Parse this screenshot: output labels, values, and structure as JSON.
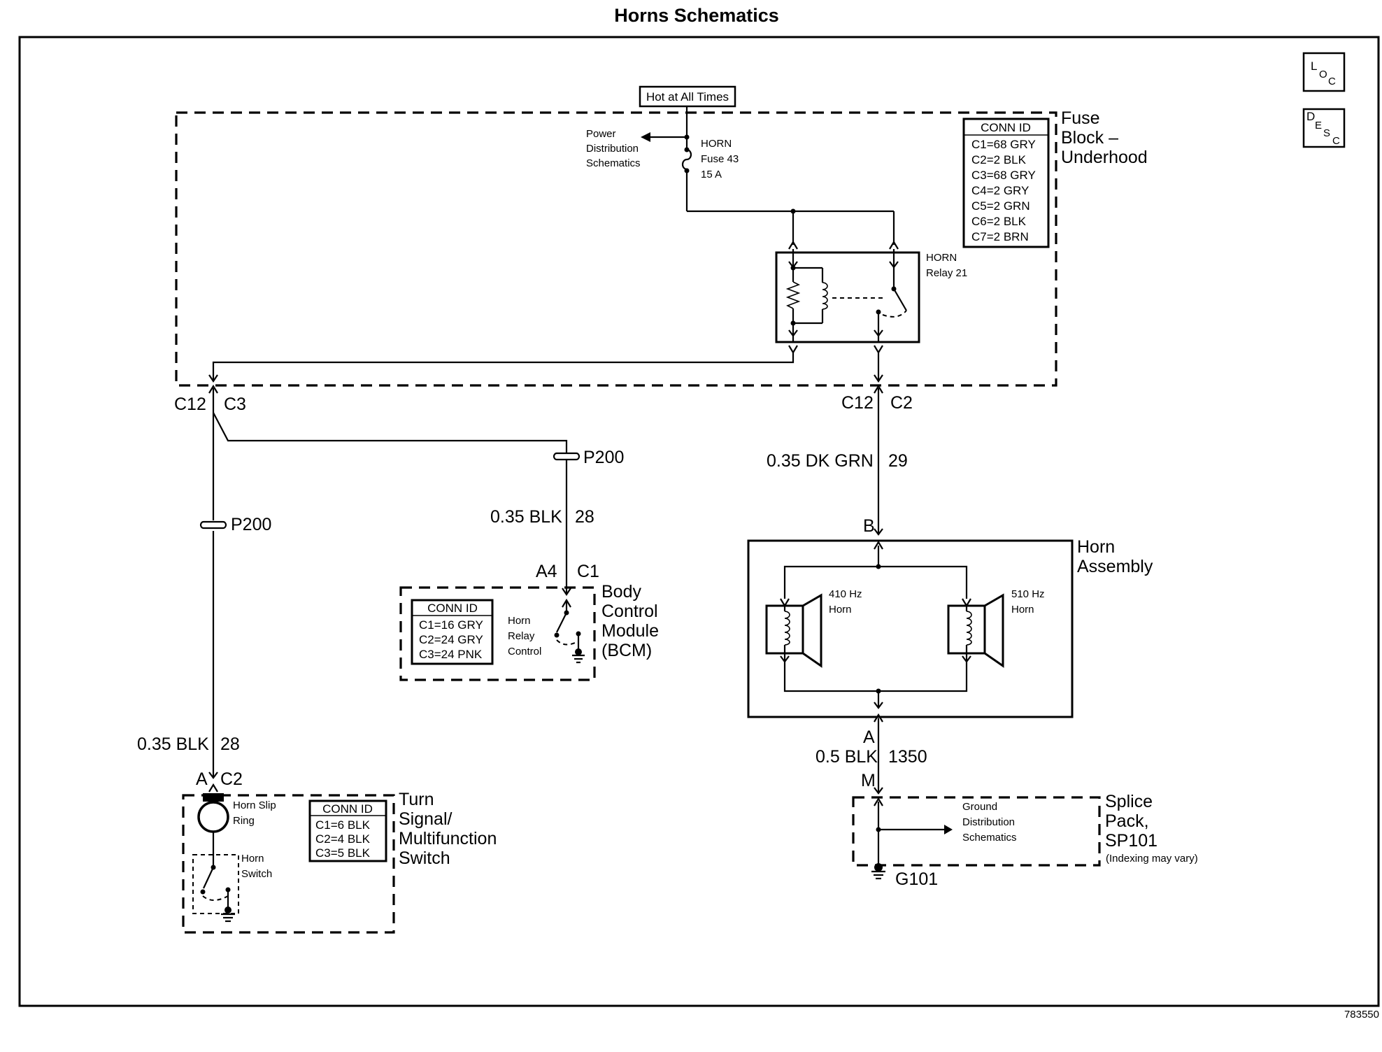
{
  "title": "Horns Schematics",
  "figure_id": "783550",
  "loc_button": {
    "big": "L",
    "sub1": "O",
    "sub2": "C"
  },
  "desc_button": {
    "big": "D",
    "sub1": "E",
    "sub2": "S",
    "sub3": "C"
  },
  "hot_label": "Hot at All Times",
  "power_dist": [
    "Power",
    "Distribution",
    "Schematics"
  ],
  "horn_fuse": [
    "HORN",
    "Fuse 43",
    "15 A"
  ],
  "fuse_block": {
    "name": [
      "Fuse",
      "Block –",
      "Underhood"
    ],
    "conn_header": "CONN ID",
    "conn": [
      "C1=68 GRY",
      "C2=2 BLK",
      "C3=68 GRY",
      "C4=2 GRY",
      "C5=2 GRN",
      "C6=2 BLK",
      "C7=2 BRN"
    ]
  },
  "horn_relay": [
    "HORN",
    "Relay 21"
  ],
  "left_connector": {
    "left": "C12",
    "right": "C3"
  },
  "right_connector": {
    "left": "C12",
    "right": "C2"
  },
  "p200_upper": "P200",
  "p200_lower": "P200",
  "wire_left_upper": {
    "gauge": "0.35 BLK",
    "circuit": "28"
  },
  "wire_left_lower": {
    "gauge": "0.35 BLK",
    "circuit": "28"
  },
  "wire_right": {
    "gauge": "0.35 DK GRN",
    "circuit": "29"
  },
  "wire_ground": {
    "gauge": "0.5 BLK",
    "circuit": "1350"
  },
  "bcm": {
    "pin_left": "A4",
    "pin_right": "C1",
    "name": [
      "Body",
      "Control",
      "Module",
      "(BCM)"
    ],
    "conn_header": "CONN ID",
    "conn": [
      "C1=16 GRY",
      "C2=24 GRY",
      "C3=24 PNK"
    ],
    "control": [
      "Horn",
      "Relay",
      "Control"
    ]
  },
  "horn_assembly": {
    "pin_top": "B",
    "pin_bottom": "A",
    "name": [
      "Horn",
      "Assembly"
    ],
    "horn1": [
      "410 Hz",
      "Horn"
    ],
    "horn2": [
      "510 Hz",
      "Horn"
    ]
  },
  "splice": {
    "pin": "M",
    "name": [
      "Splice",
      "Pack,",
      "SP101"
    ],
    "note": "(Indexing may vary)",
    "ground_dist": [
      "Ground",
      "Distribution",
      "Schematics"
    ],
    "ground": "G101"
  },
  "turn_switch": {
    "pin_left": "A",
    "pin_right": "C2",
    "name": [
      "Turn",
      "Signal/",
      "Multifunction",
      "Switch"
    ],
    "slip_ring": [
      "Horn Slip",
      "Ring"
    ],
    "horn_switch": [
      "Horn",
      "Switch"
    ],
    "conn_header": "CONN ID",
    "conn": [
      "C1=6 BLK",
      "C2=4 BLK",
      "C3=5 BLK"
    ]
  }
}
